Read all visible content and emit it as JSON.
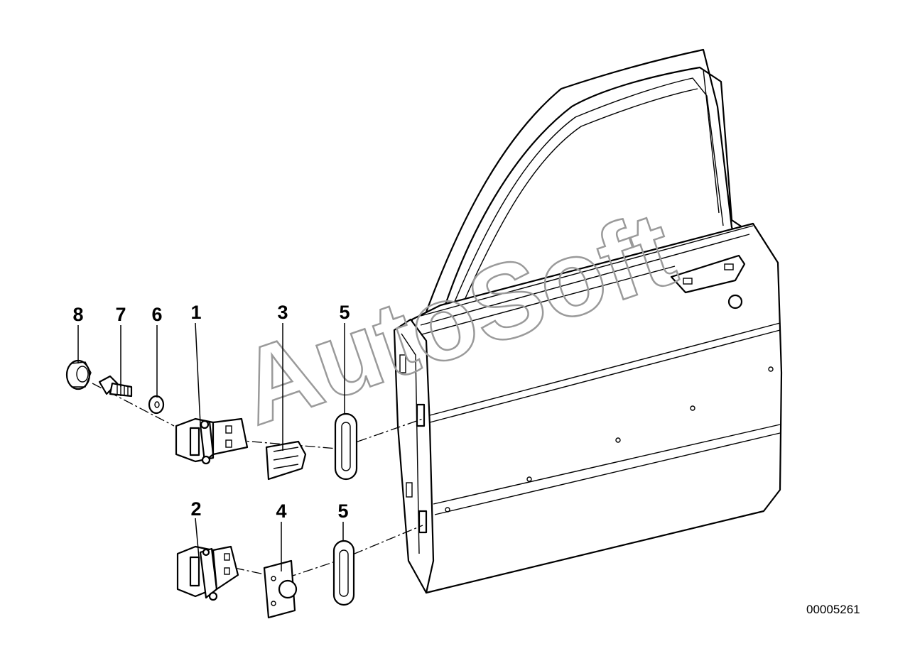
{
  "watermark": "AutoSoft",
  "drawing_number": "00005261",
  "parts": [
    {
      "id": "part-8",
      "label": "8"
    },
    {
      "id": "part-7",
      "label": "7"
    },
    {
      "id": "part-6",
      "label": "6"
    },
    {
      "id": "part-1",
      "label": "1"
    },
    {
      "id": "part-3",
      "label": "3"
    },
    {
      "id": "part-5-upper",
      "label": "5"
    },
    {
      "id": "part-2",
      "label": "2"
    },
    {
      "id": "part-4",
      "label": "4"
    },
    {
      "id": "part-5-lower",
      "label": "5"
    }
  ]
}
